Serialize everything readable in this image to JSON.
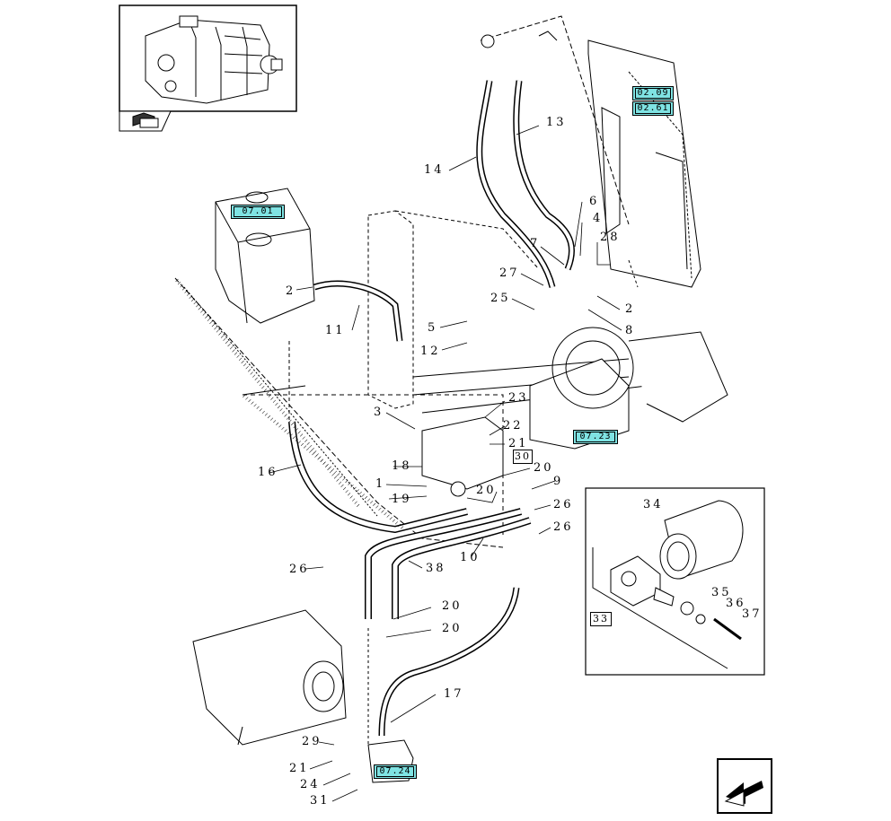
{
  "refs": {
    "r0209": "02.09",
    "r0261": "02.61",
    "r0701": "07.01",
    "r0723": "07.23",
    "r0724": "07.24"
  },
  "boxed_callouts": {
    "c30": "30",
    "c33": "33"
  },
  "callouts": [
    {
      "id": "c13",
      "text": "13"
    },
    {
      "id": "c14",
      "text": "14"
    },
    {
      "id": "c6",
      "text": "6"
    },
    {
      "id": "c4",
      "text": "4"
    },
    {
      "id": "c7",
      "text": "7"
    },
    {
      "id": "c28",
      "text": "28"
    },
    {
      "id": "c27",
      "text": "27"
    },
    {
      "id": "c25",
      "text": "25"
    },
    {
      "id": "c2b",
      "text": "2"
    },
    {
      "id": "c8",
      "text": "8"
    },
    {
      "id": "c2a",
      "text": "2"
    },
    {
      "id": "c11",
      "text": "11"
    },
    {
      "id": "c5",
      "text": "5"
    },
    {
      "id": "c12",
      "text": "12"
    },
    {
      "id": "c3",
      "text": "3"
    },
    {
      "id": "c23",
      "text": "23"
    },
    {
      "id": "c22",
      "text": "22"
    },
    {
      "id": "c21a",
      "text": "21"
    },
    {
      "id": "c18a",
      "text": "18"
    },
    {
      "id": "c1",
      "text": "1"
    },
    {
      "id": "c20a",
      "text": "20"
    },
    {
      "id": "c20b",
      "text": "20"
    },
    {
      "id": "c9",
      "text": "9"
    },
    {
      "id": "c19",
      "text": "19"
    },
    {
      "id": "c26a",
      "text": "26"
    },
    {
      "id": "c26b",
      "text": "26"
    },
    {
      "id": "c16",
      "text": "16"
    },
    {
      "id": "c10",
      "text": "10"
    },
    {
      "id": "c38",
      "text": "38"
    },
    {
      "id": "c26c",
      "text": "26"
    },
    {
      "id": "c20c",
      "text": "20"
    },
    {
      "id": "c20d",
      "text": "20"
    },
    {
      "id": "c17",
      "text": "17"
    },
    {
      "id": "c29",
      "text": "29"
    },
    {
      "id": "c21b",
      "text": "21"
    },
    {
      "id": "c24",
      "text": "24"
    },
    {
      "id": "c31",
      "text": "31"
    },
    {
      "id": "c34",
      "text": "34"
    },
    {
      "id": "c35",
      "text": "35"
    },
    {
      "id": "c36",
      "text": "36"
    },
    {
      "id": "c37",
      "text": "37"
    }
  ],
  "icons": [
    "pump-thumbnail-icon",
    "book-icon",
    "previous-page-arrow-icon"
  ]
}
